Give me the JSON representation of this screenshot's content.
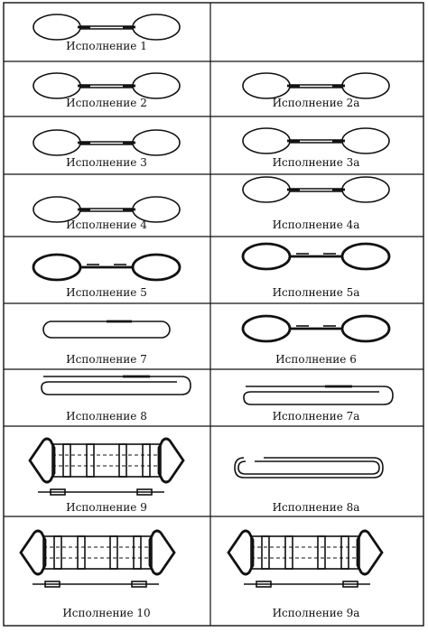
{
  "cells": [
    {
      "id": "1",
      "label": "Исполнение 1"
    },
    {
      "id": "2",
      "label": "Исполнение 2"
    },
    {
      "id": "2a",
      "label": "Исполнение 2а"
    },
    {
      "id": "3",
      "label": "Исполнение 3"
    },
    {
      "id": "3a",
      "label": "Исполнение 3а"
    },
    {
      "id": "4",
      "label": "Исполнение 4"
    },
    {
      "id": "4a",
      "label": "Исполнение 4а"
    },
    {
      "id": "5",
      "label": "Исполнение 5"
    },
    {
      "id": "5a",
      "label": "Исполнение 5а"
    },
    {
      "id": "7",
      "label": "Исполнение 7"
    },
    {
      "id": "6",
      "label": "Исполнение 6"
    },
    {
      "id": "8",
      "label": "Исполнение 8"
    },
    {
      "id": "7a",
      "label": "Исполнение 7а"
    },
    {
      "id": "9",
      "label": "Исполнение 9"
    },
    {
      "id": "8a",
      "label": "Исполнение 8а"
    },
    {
      "id": "10",
      "label": "Исполнение 10"
    },
    {
      "id": "9a",
      "label": "Исполнение 9а"
    }
  ]
}
